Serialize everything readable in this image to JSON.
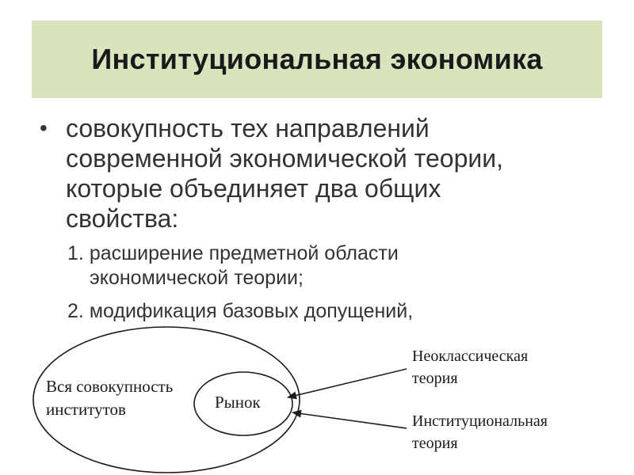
{
  "title": "Институциональная экономика",
  "bullet": {
    "text": "совокупность тех направлений современной экономической теории, которые объединяет два общих свойства:"
  },
  "items": [
    {
      "number": "1.",
      "line1": "расширение предметной области",
      "line2": "экономической теории;"
    },
    {
      "number": "2.",
      "line1": "модификация базовых допущений,",
      "line2": ""
    }
  ],
  "diagram": {
    "outer_label_line1": "Вся совокупность",
    "outer_label_line2": "институтов",
    "inner_label": "Рынок",
    "callout1_line1": "Неоклассическая",
    "callout1_line2": "теория",
    "callout2_line1": "Институциональная",
    "callout2_line2": "теория"
  }
}
